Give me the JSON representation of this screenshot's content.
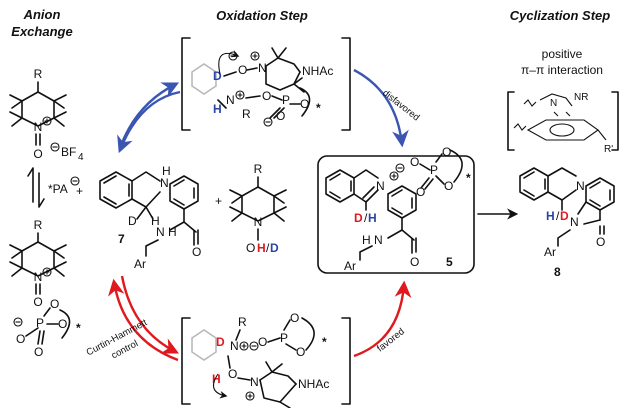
{
  "headers": {
    "anion_exchange": [
      "Anion",
      "Exchange"
    ],
    "oxidation": "Oxidation Step",
    "cyclization": "Cyclization Step"
  },
  "labels": {
    "R": "R",
    "ar": "Ar",
    "d": "D",
    "h": "H",
    "n": "N",
    "o": "O",
    "ohd_prefix": "O",
    "nhac": "NHAc",
    "bf4": "BF",
    "bf4_sub": "4",
    "pa": "*PA",
    "p": "P",
    "star": "*",
    "nr": "NR",
    "r_prime": "R'",
    "d_h_sep": "/",
    "compound_7": "7",
    "compound_5": "5",
    "compound_8": "8",
    "plus": "+"
  },
  "annotations": {
    "disfavored": "disfavored",
    "favored": "favored",
    "curtin": [
      "Curtin-Hammett",
      "control"
    ],
    "positive": "positive",
    "pi_pi": "π–π interaction"
  },
  "colors": {
    "blue_arrow": "#3a56b0",
    "red_arrow": "#e0191f",
    "isotope_red": "#e0191f",
    "isotope_blue": "#2a44a8",
    "ink": "#111111",
    "faded_ring": "#b9b9b9"
  }
}
